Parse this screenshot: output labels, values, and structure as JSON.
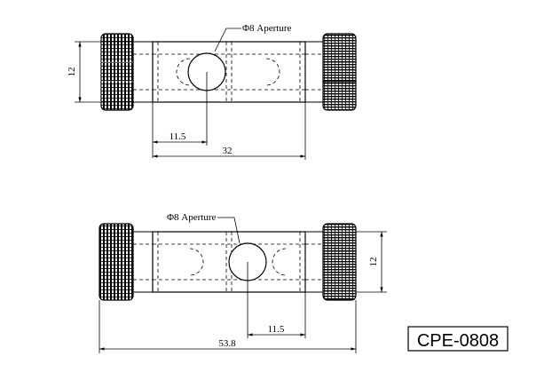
{
  "top_view": {
    "aperture_label": "Φ8 Aperture",
    "dim_height": "12",
    "dim_offset": "11.5",
    "dim_length": "32"
  },
  "bottom_view": {
    "aperture_label": "Φ8 Aperture",
    "dim_height": "12",
    "dim_offset": "11.5",
    "dim_overall": "53.8"
  },
  "part_number": "CPE-0808",
  "colors": {
    "line": "#000000",
    "background": "#ffffff"
  }
}
